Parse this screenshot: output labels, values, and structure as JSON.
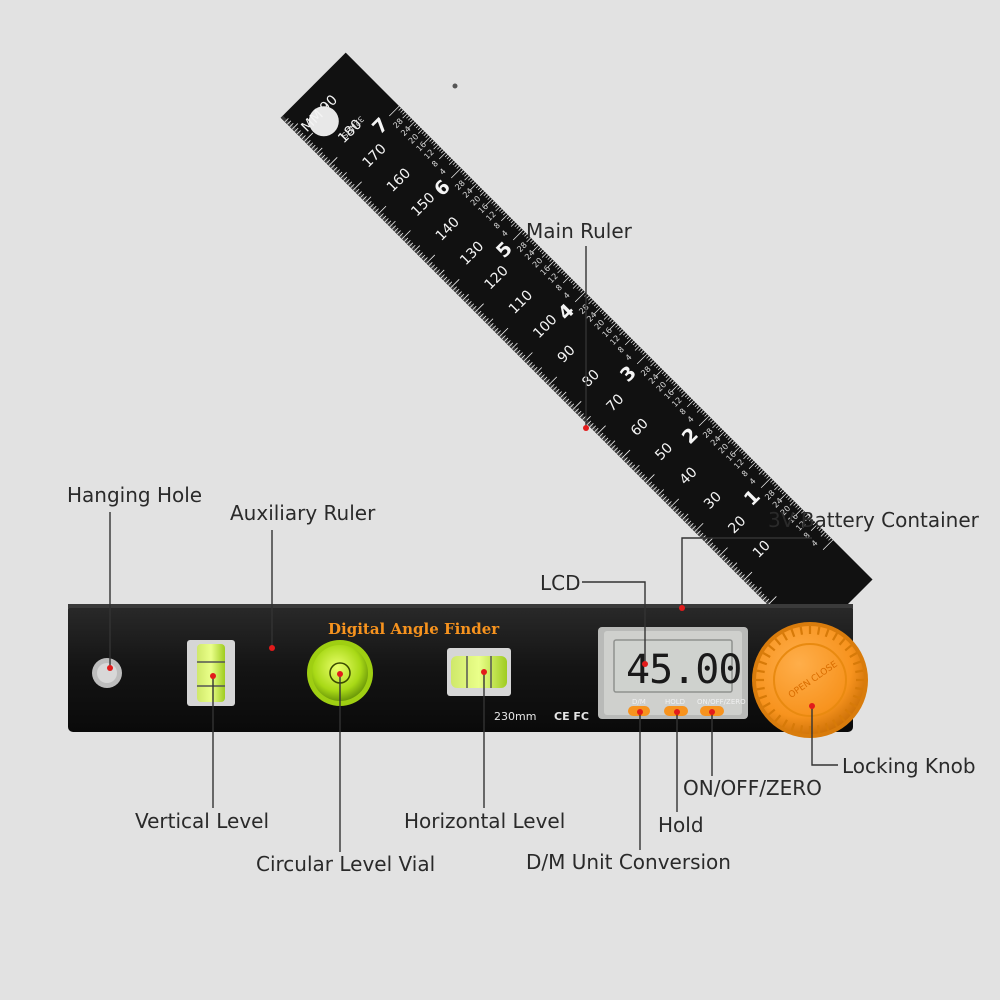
{
  "product": {
    "brand_text": "Digital Angle Finder",
    "length_text": "230mm",
    "cert_text": "CE FC",
    "lcd_reading": "45.00",
    "buttons": [
      "D/M",
      "HOLD",
      "ON/OFF/ZERO"
    ],
    "knob_text": "OPEN CLOSE"
  },
  "ruler": {
    "mm_unit": "MM",
    "inch_unit": "32NDS",
    "mm_labels": [
      "10",
      "20",
      "30",
      "40",
      "50",
      "60",
      "70",
      "80",
      "90",
      "100",
      "110",
      "120",
      "130",
      "140",
      "150",
      "160",
      "170",
      "180",
      "190"
    ],
    "inch_labels": [
      "7",
      "6",
      "5",
      "4",
      "3",
      "2",
      "1"
    ],
    "fraction_labels": [
      "4",
      "8",
      "12",
      "16",
      "20",
      "24",
      "28"
    ]
  },
  "callouts": {
    "main_ruler": "Main Ruler",
    "hanging_hole": "Hanging Hole",
    "auxiliary_ruler": "Auxiliary Ruler",
    "battery": "3V Battery Container",
    "lcd": "LCD",
    "locking_knob": "Locking Knob",
    "on_off_zero": "ON/OFF/ZERO",
    "hold": "Hold",
    "dm_conversion": "D/M Unit Conversion",
    "vertical_level": "Vertical Level",
    "horizontal_level": "Horizontal Level",
    "circular_vial": "Circular Level Vial"
  },
  "colors": {
    "body": "#141414",
    "accent_orange": "#f7931e",
    "bubble_green": "#b7e81f",
    "callout_dot": "#e21b1b",
    "lcd_screen": "#cfd2ce"
  }
}
